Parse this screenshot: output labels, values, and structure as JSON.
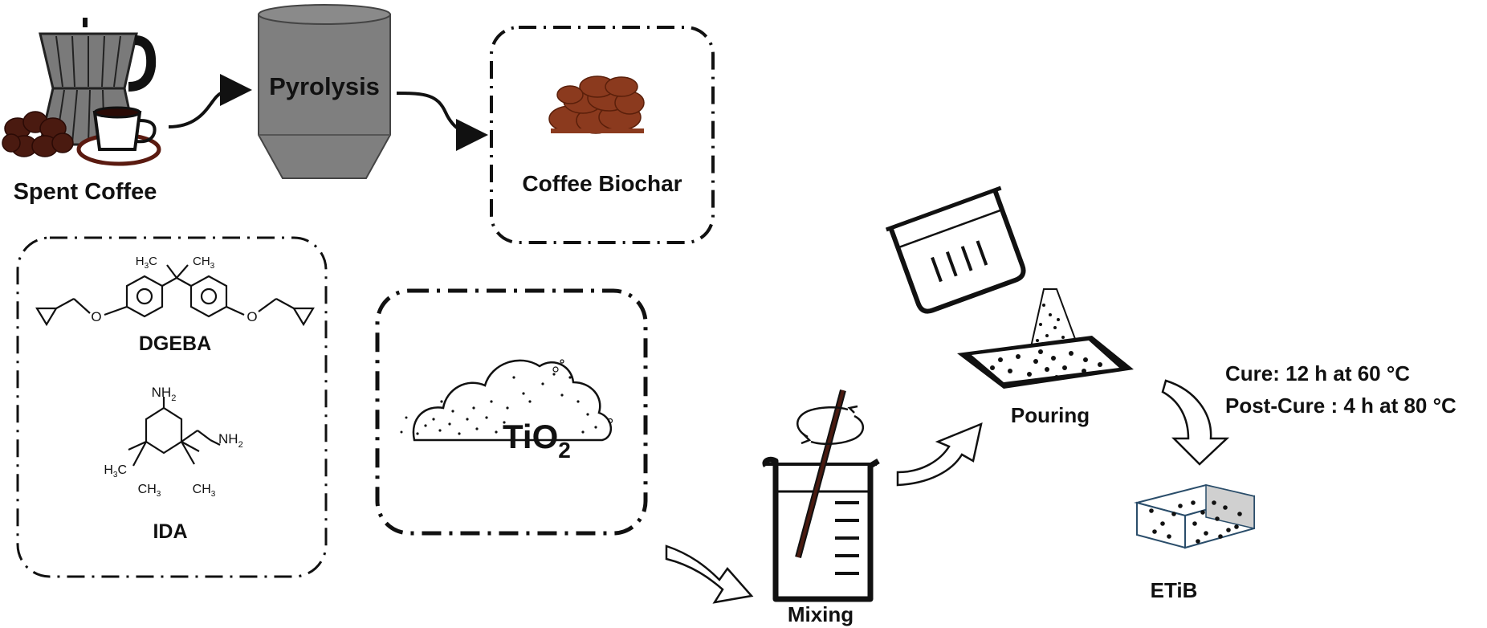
{
  "labels": {
    "spent_coffee": "Spent Coffee",
    "pyrolysis": "Pyrolysis",
    "coffee_biochar": "Coffee Biochar",
    "dgeba": "DGEBA",
    "ida": "IDA",
    "tio2_main": "TiO",
    "tio2_sub": "2",
    "mixing": "Mixing",
    "pouring": "Pouring",
    "etib": "ETiB",
    "cure": "Cure: 12 h at 60 °C",
    "post_cure": "Post-Cure : 4 h at 80 °C"
  },
  "chem": {
    "ch3_left": "H",
    "ch3_left_sub": "3",
    "ch3_left_c": "C",
    "ch3_right_c": "CH",
    "ch3_right_sub": "3",
    "o_left": "O",
    "o_right": "O",
    "nh2_top": "NH",
    "nh2_top_sub": "2",
    "nh2_side": "NH",
    "nh2_side_sub": "2",
    "h3c": "H",
    "h3c_sub": "3",
    "h3c_c": "C",
    "ch3_a": "CH",
    "ch3_a_sub": "3",
    "ch3_b": "CH",
    "ch3_b_sub": "3"
  },
  "colors": {
    "coffee_bean": "#4a1a10",
    "biochar": "#8b3a1e",
    "pyrolysis_body": "#7f7f7f",
    "moka_pot": "#7a7a7a",
    "cup_saucer_rim": "#5a1a10"
  }
}
